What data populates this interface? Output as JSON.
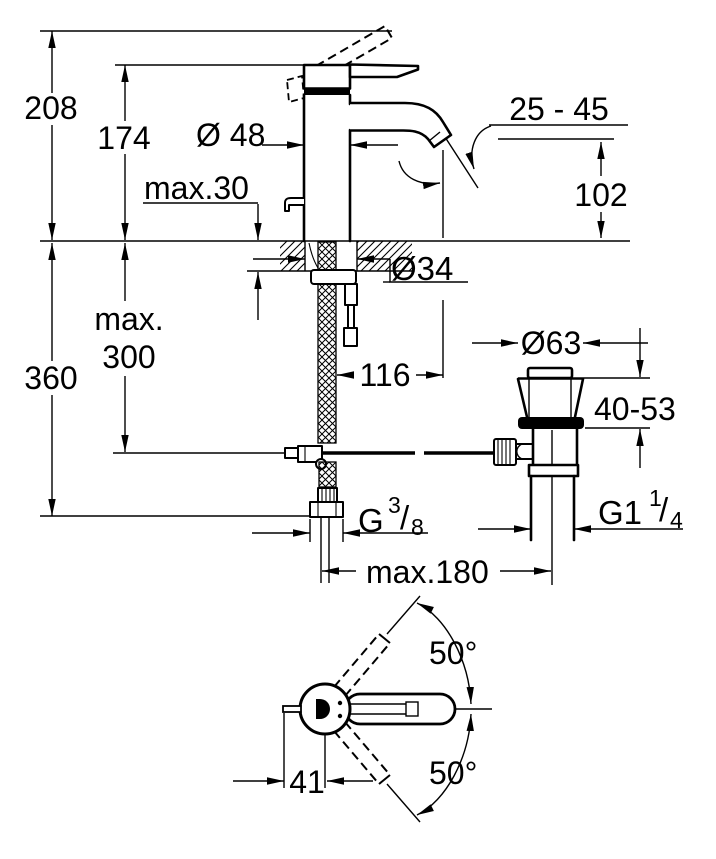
{
  "drawing": {
    "type": "technical-installation-diagram",
    "subject": "single-lever basin mixer faucet with pop-up waste",
    "colors": {
      "line": "#000000",
      "background": "#ffffff"
    },
    "dimensions": {
      "total_height": "208",
      "spout_height_above_deck": "174",
      "deck_thickness_max": "max.30",
      "body_diameter": "Ø 48",
      "aerator_angle_range": "25 - 45",
      "spout_outlet_height": "102",
      "hole_diameter": "Ø34",
      "hose_max_line1": "max.",
      "hose_max_line2": "300",
      "below_deck_total": "360",
      "spout_reach": "116",
      "waste_flange_diameter": "Ø63",
      "waste_deck_range": "40-53",
      "supply_thread": {
        "prefix": "G",
        "num": "3",
        "slash": "/",
        "den": "8"
      },
      "waste_thread": {
        "prefix": "G1",
        "num": "1",
        "slash": "/",
        "den": "4"
      },
      "waste_center_distance": "max.180",
      "lever_swivel_upper": "50°",
      "lever_swivel_lower": "50°",
      "lever_pivot_offset": "41"
    }
  }
}
